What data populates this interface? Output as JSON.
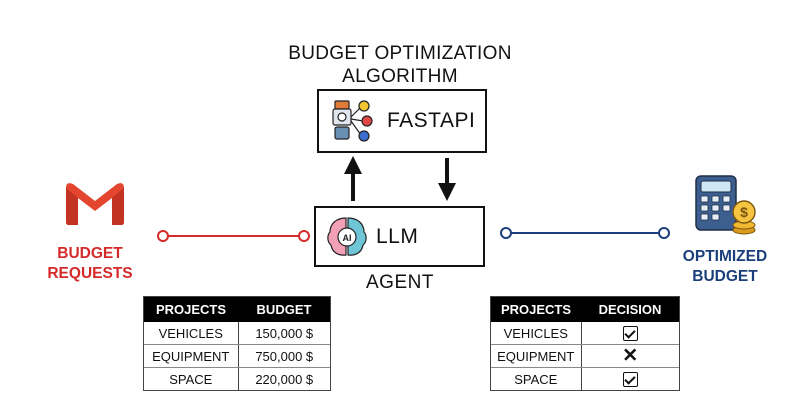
{
  "heading": {
    "line1": "BUDGET OPTIMIZATION",
    "line2": "ALGORITHM"
  },
  "fastapi": {
    "label": "FASTAPI",
    "icon": "api-network-icon"
  },
  "llm": {
    "label": "LLM",
    "icon": "ai-brain-icon"
  },
  "agent_label": "AGENT",
  "input": {
    "icon": "gmail-icon",
    "label_line1": "BUDGET",
    "label_line2": "REQUESTS",
    "color": "#d42a2a"
  },
  "output": {
    "icon": "calculator-coins-icon",
    "label_line1": "OPTIMIZED",
    "label_line2": "BUDGET",
    "color": "#1a3f7a"
  },
  "requests_table": {
    "headers": [
      "PROJECTS",
      "BUDGET"
    ],
    "rows": [
      [
        "VEHICLES",
        "150,000 $"
      ],
      [
        "EQUIPMENT",
        "750,000 $"
      ],
      [
        "SPACE",
        "220,000 $"
      ]
    ]
  },
  "decision_table": {
    "headers": [
      "PROJECTS",
      "DECISION"
    ],
    "rows": [
      {
        "project": "VEHICLES",
        "decision": "approved-check-icon"
      },
      {
        "project": "EQUIPMENT",
        "decision": "rejected-cross-icon"
      },
      {
        "project": "SPACE",
        "decision": "approved-check-icon"
      }
    ]
  }
}
